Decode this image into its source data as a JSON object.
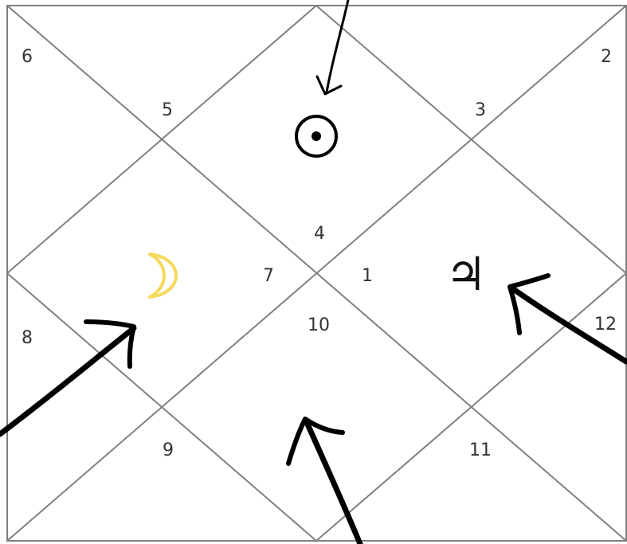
{
  "chart": {
    "line_color": "#808080",
    "ink_color": "#000000",
    "moon_color": "#f6d85c",
    "houses": {
      "h1": "1",
      "h2": "2",
      "h3": "3",
      "h4": "4",
      "h5": "5",
      "h6": "6",
      "h7": "7",
      "h8": "8",
      "h9": "9",
      "h10": "10",
      "h11": "11",
      "h12": "12"
    },
    "planets": {
      "sun": {
        "symbol": "☉",
        "icon": "sun-icon"
      },
      "moon": {
        "symbol": "☽",
        "icon": "moon-icon"
      },
      "jupiter": {
        "symbol": "♃",
        "icon": "jupiter-icon"
      }
    }
  }
}
